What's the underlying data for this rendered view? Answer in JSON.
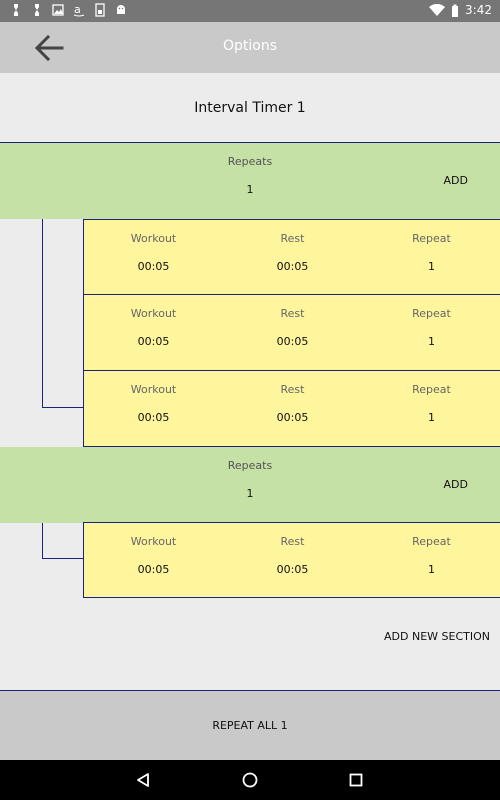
{
  "status_bar": {
    "time": "3:42",
    "icons": [
      "notification-icon",
      "notification-icon",
      "image-icon",
      "amazon-icon",
      "sim-icon",
      "android-icon"
    ]
  },
  "app_bar": {
    "title": "Options"
  },
  "timer_name": "Interval Timer 1",
  "sections": [
    {
      "repeats_label": "Repeats",
      "repeats_value": "1",
      "add_label": "ADD",
      "intervals": [
        {
          "workout_label": "Workout",
          "rest_label": "Rest",
          "repeat_label": "Repeat",
          "workout": "00:05",
          "rest": "00:05",
          "repeat": "1"
        },
        {
          "workout_label": "Workout",
          "rest_label": "Rest",
          "repeat_label": "Repeat",
          "workout": "00:05",
          "rest": "00:05",
          "repeat": "1"
        },
        {
          "workout_label": "Workout",
          "rest_label": "Rest",
          "repeat_label": "Repeat",
          "workout": "00:05",
          "rest": "00:05",
          "repeat": "1"
        }
      ]
    },
    {
      "repeats_label": "Repeats",
      "repeats_value": "1",
      "add_label": "ADD",
      "intervals": [
        {
          "workout_label": "Workout",
          "rest_label": "Rest",
          "repeat_label": "Repeat",
          "workout": "00:05",
          "rest": "00:05",
          "repeat": "1"
        }
      ]
    }
  ],
  "add_new_section": "ADD NEW SECTION",
  "footer": {
    "repeat_all": "REPEAT ALL 1"
  },
  "colors": {
    "section_header": "#c5e1a5",
    "interval_row": "#fff59d",
    "divider": "#1a237e",
    "app_bar": "#c9c9c9",
    "status_bar": "#767676"
  }
}
